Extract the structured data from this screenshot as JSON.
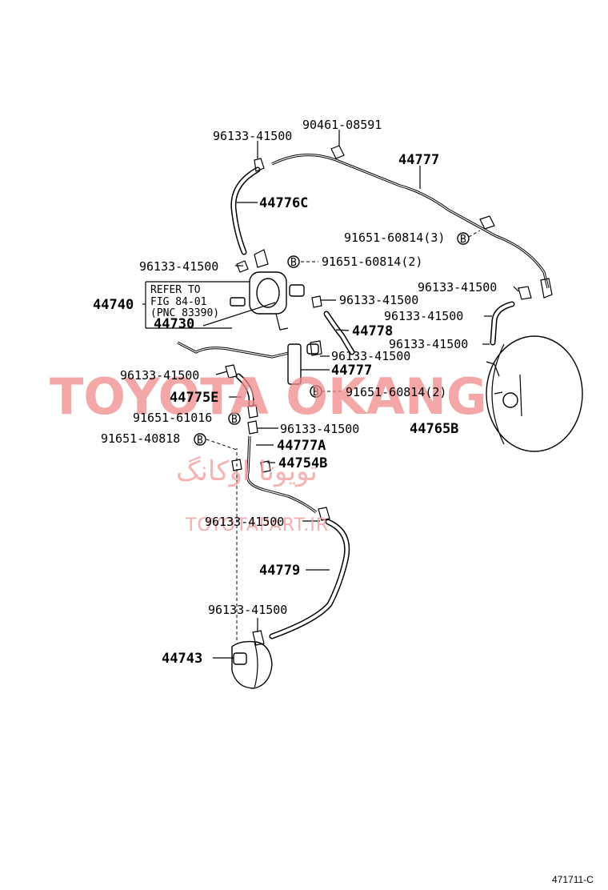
{
  "diagram": {
    "labels": {
      "p_96133_top": "96133-41500",
      "p_90461": "90461-08591",
      "p_44777_top": "44777",
      "p_44776c": "44776C",
      "p_91651_r3": "91651-60814(3)",
      "p_96133_left1": "96133-41500",
      "p_91651_m2": "91651-60814(2)",
      "p_96133_r1": "96133-41500",
      "p_96133_m1": "96133-41500",
      "p_96133_r2": "96133-41500",
      "p_44778": "44778",
      "p_96133_r3": "96133-41500",
      "p_96133_m2": "96133-41500",
      "p_44777_mid": "44777",
      "p_96133_left2": "96133-41500",
      "p_91651_b2": "91651-60814(2)",
      "p_44775e": "44775E",
      "p_91651_61016": "91651-61016",
      "p_96133_m3": "96133-41500",
      "p_44765b": "44765B",
      "p_91651_40818": "91651-40818",
      "p_44777a": "44777A",
      "p_44754b": "44754B",
      "p_96133_low": "96133-41500",
      "p_44779": "44779",
      "p_96133_bottom": "96133-41500",
      "p_44743": "44743",
      "p_44740": "44740",
      "p_44730": "44730"
    },
    "refer": {
      "line1": "REFER TO",
      "line2": "FIG 84-01",
      "line3": "(PNC 83390)"
    },
    "bolt_marker": "B",
    "figure_id": "471711-C"
  },
  "watermark": {
    "brand": "TOYOTA OKANG",
    "persian": "تویوتا اوکانگ",
    "url": "TOYOTAPART.IR"
  },
  "colors": {
    "watermark": "#f08a8a",
    "ink": "#000000"
  }
}
